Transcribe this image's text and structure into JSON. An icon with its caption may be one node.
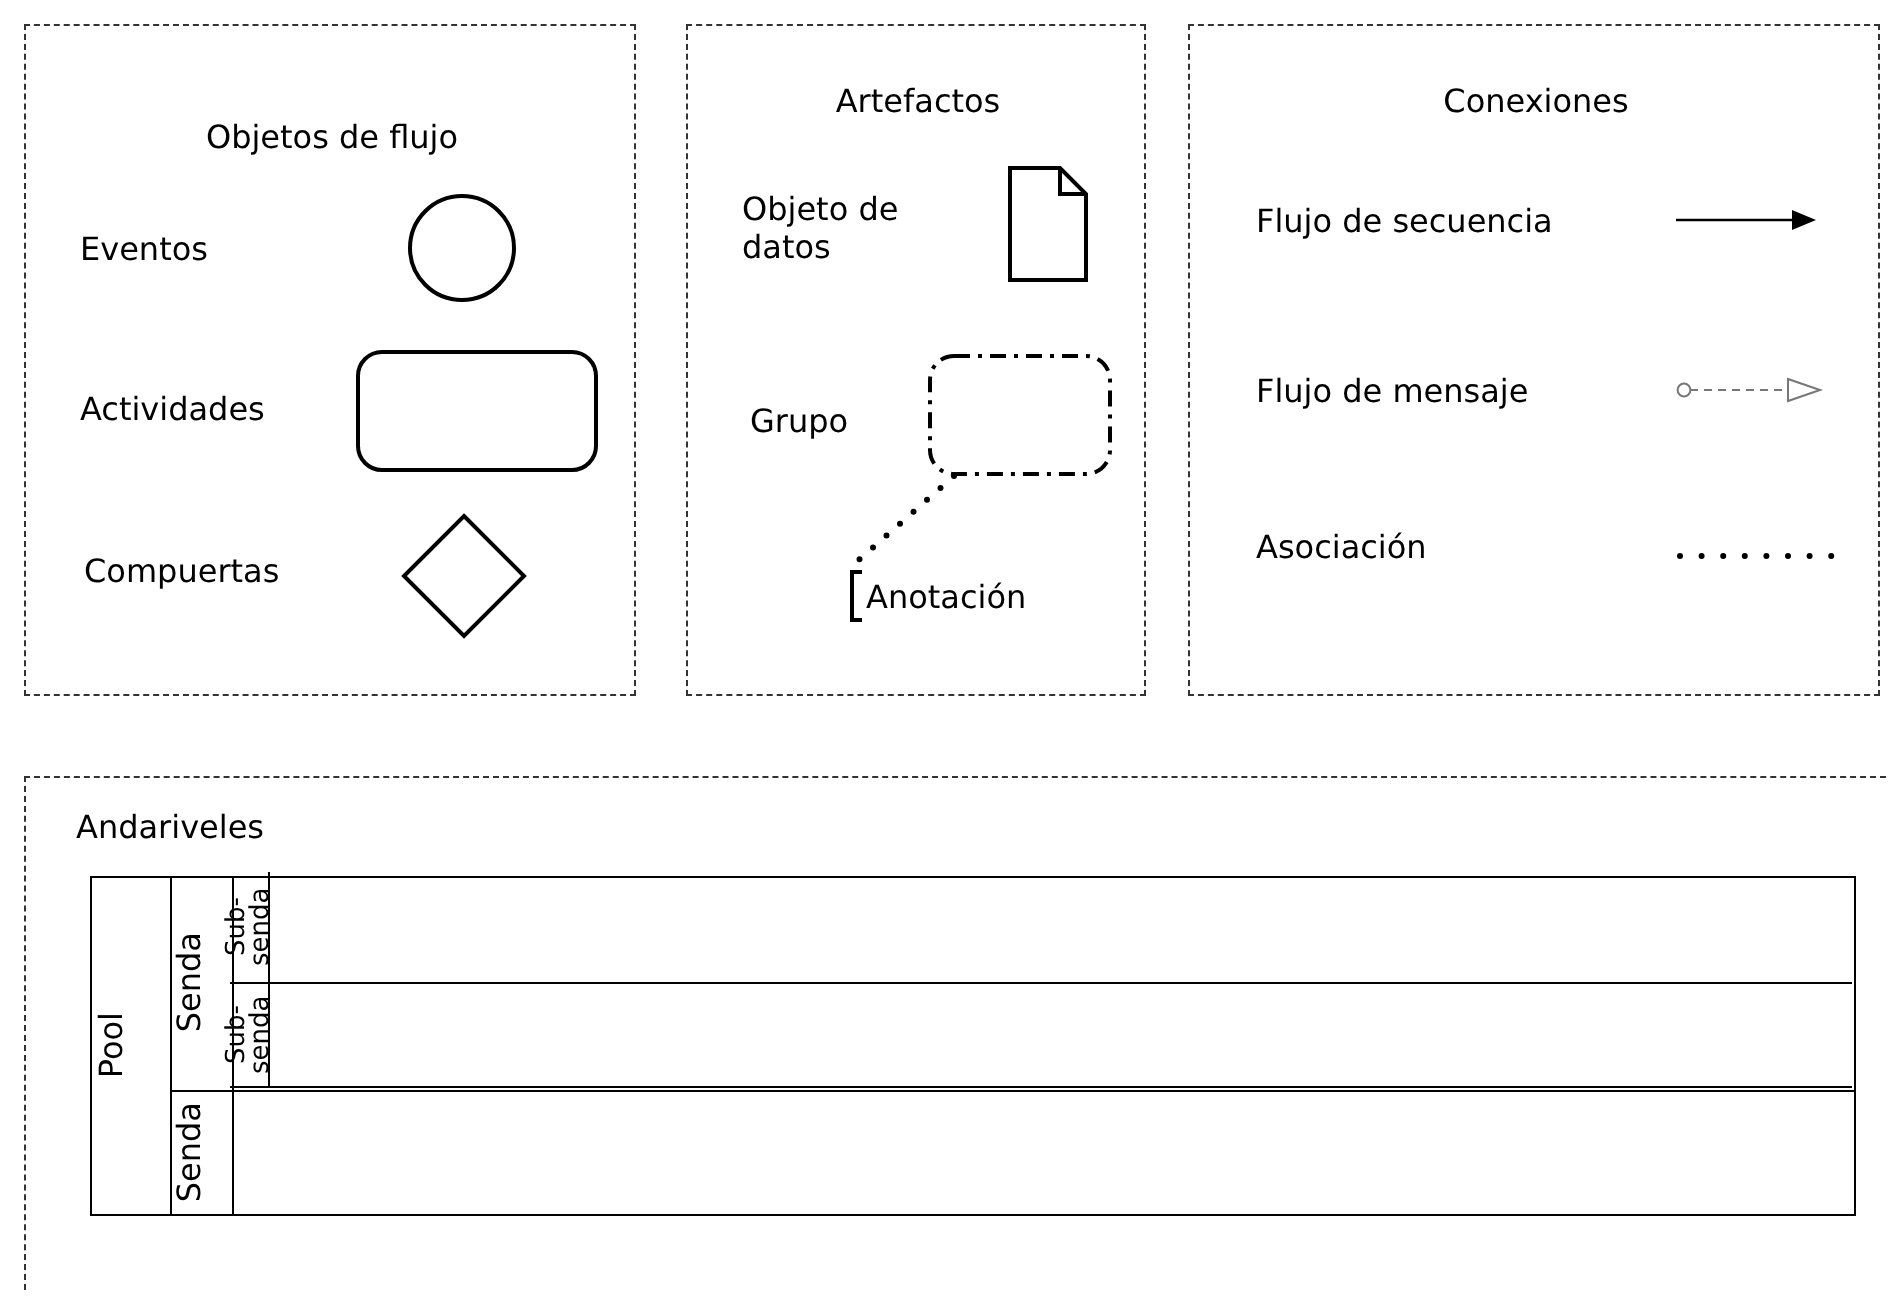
{
  "diagram": {
    "nodes": [
      {
        "text": [
          "Objetos de flujo"
        ]
      },
      {
        "text": [],
        "shape": "circle",
        "in": 0
      },
      {
        "text": [],
        "shape": "box",
        "in": 0
      },
      {
        "text": [],
        "shape": "diamond",
        "in": 0
      },
      {
        "text": [
          "Artefactos"
        ]
      },
      {
        "text": [],
        "shape": "document",
        "in": 4
      },
      {
        "text": [],
        "shape": "box",
        "in": 4
      },
      {
        "text": [
          "Anotación"
        ],
        "in": 4
      },
      {
        "text": [
          "Conexiones"
        ]
      },
      {
        "text": [
          "Andariveles"
        ]
      },
      {
        "text": [
          "Pool"
        ],
        "in": 9
      },
      {
        "text": [
          "Senda"
        ],
        "in": 10
      },
      {
        "text": [
          "Sub- senda"
        ],
        "in": 11
      },
      {
        "text": [
          "Sub- senda"
        ],
        "in": 11
      },
      {
        "text": [
          "Senda"
        ],
        "in": 10
      }
    ],
    "labels": [
      "Eventos",
      "Actividades",
      "Compuertas",
      "Objeto de datos",
      "Grupo"
    ],
    "edges": [
      {
        "from": 6,
        "to": 7,
        "arrow": "none"
      }
    ],
    "legend": [
      {
        "text": "Flujo de secuencia"
      },
      {
        "text": "Flujo de mensaje"
      },
      {
        "text": "Asociación"
      }
    ]
  }
}
